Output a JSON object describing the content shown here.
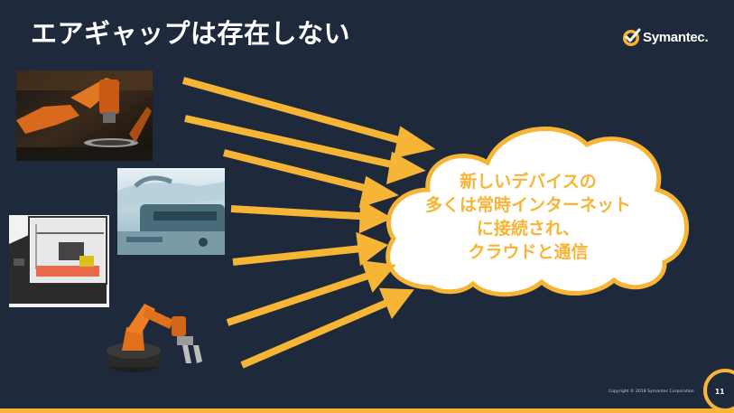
{
  "slide": {
    "title": "エアギャップは存在しない",
    "logo_text": "Symantec.",
    "cloud_lines": [
      "新しいデバイスの",
      "多くは常時インターネット",
      "に接続され、",
      "クラウドと通信"
    ],
    "copyright": "Copyright © 2018 Symantec Corporation",
    "page_number": "11"
  },
  "colors": {
    "background": "#1e2a3c",
    "accent": "#f7b535",
    "title_text": "#ffffff"
  },
  "images": [
    {
      "name": "industrial-robot-arm-photo"
    },
    {
      "name": "medical-device-photo"
    },
    {
      "name": "3d-printer-photo"
    },
    {
      "name": "robot-arm-gripper-image"
    }
  ]
}
